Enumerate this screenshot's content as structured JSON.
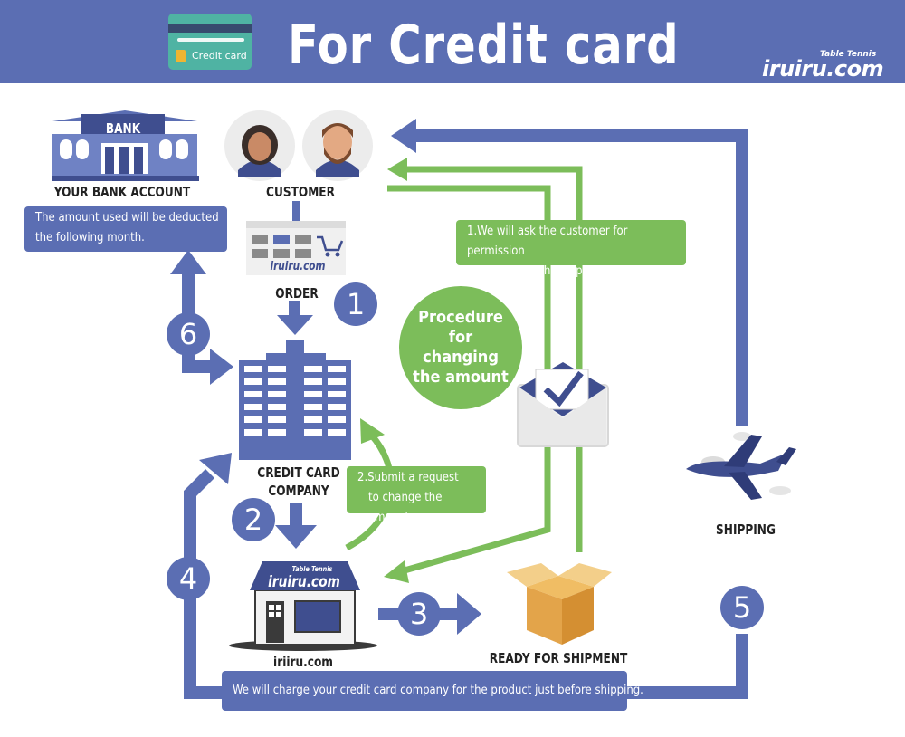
{
  "header": {
    "title": "For Credit card",
    "card_label": "Credit card",
    "brand_small": "Table Tennis",
    "brand": "iruiru.com"
  },
  "nodes": {
    "bank_sign": "BANK",
    "bank_label": "YOUR BANK ACCOUNT",
    "customer_label": "CUSTOMER",
    "order_label": "ORDER",
    "order_brand": "iruiru.com",
    "credit_label_1": "CREDIT CARD",
    "credit_label_2": "COMPANY",
    "shop_brand_small": "Table Tennis",
    "shop_brand": "iruiru.com",
    "shop_label": "iriiru.com",
    "shipment_label": "READY FOR SHIPMENT",
    "shipping_label": "SHIPPING",
    "procedure": "Procedure for changing the amount"
  },
  "notes": {
    "bank_note_1": "The amount used will be deducted",
    "bank_note_2": "the following month.",
    "permission_1": "1.We will ask the customer for permission",
    "permission_2": "to increase the shipping cost.",
    "submit_1": "2.Submit a request",
    "submit_2": "to change the amount.",
    "charge": "We will charge your credit card company for the product just before shipping."
  },
  "steps": [
    "1",
    "2",
    "3",
    "4",
    "5",
    "6"
  ],
  "colors": {
    "blue": "#5b6eb3",
    "green": "#7cbd5a",
    "dark": "#222222"
  }
}
